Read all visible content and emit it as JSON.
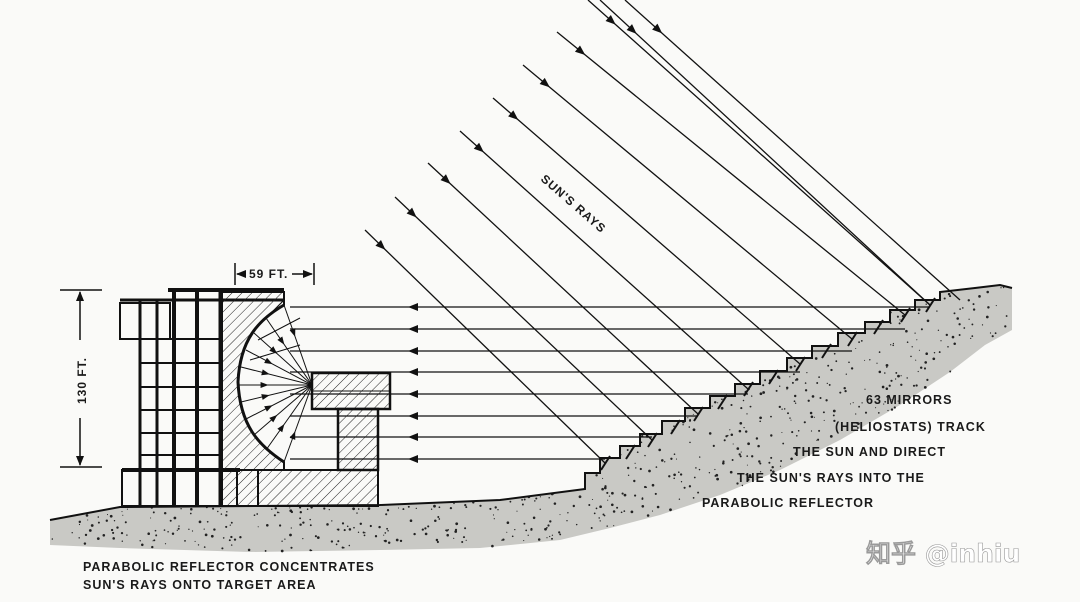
{
  "diagram": {
    "sun_rays_label": "SUN'S RAYS",
    "width_dimension": "59 FT.",
    "height_dimension": "130 FT.",
    "mirrors_caption": [
      "63 MIRRORS",
      "(HELIOSTATS) TRACK",
      "THE SUN AND DIRECT",
      "THE SUN'S RAYS INTO THE",
      "PARABOLIC REFLECTOR"
    ],
    "reflector_caption": [
      "PARABOLIC REFLECTOR CONCENTRATES",
      "SUN'S RAYS ONTO TARGET AREA"
    ],
    "watermark": "知乎 @inhiu"
  }
}
